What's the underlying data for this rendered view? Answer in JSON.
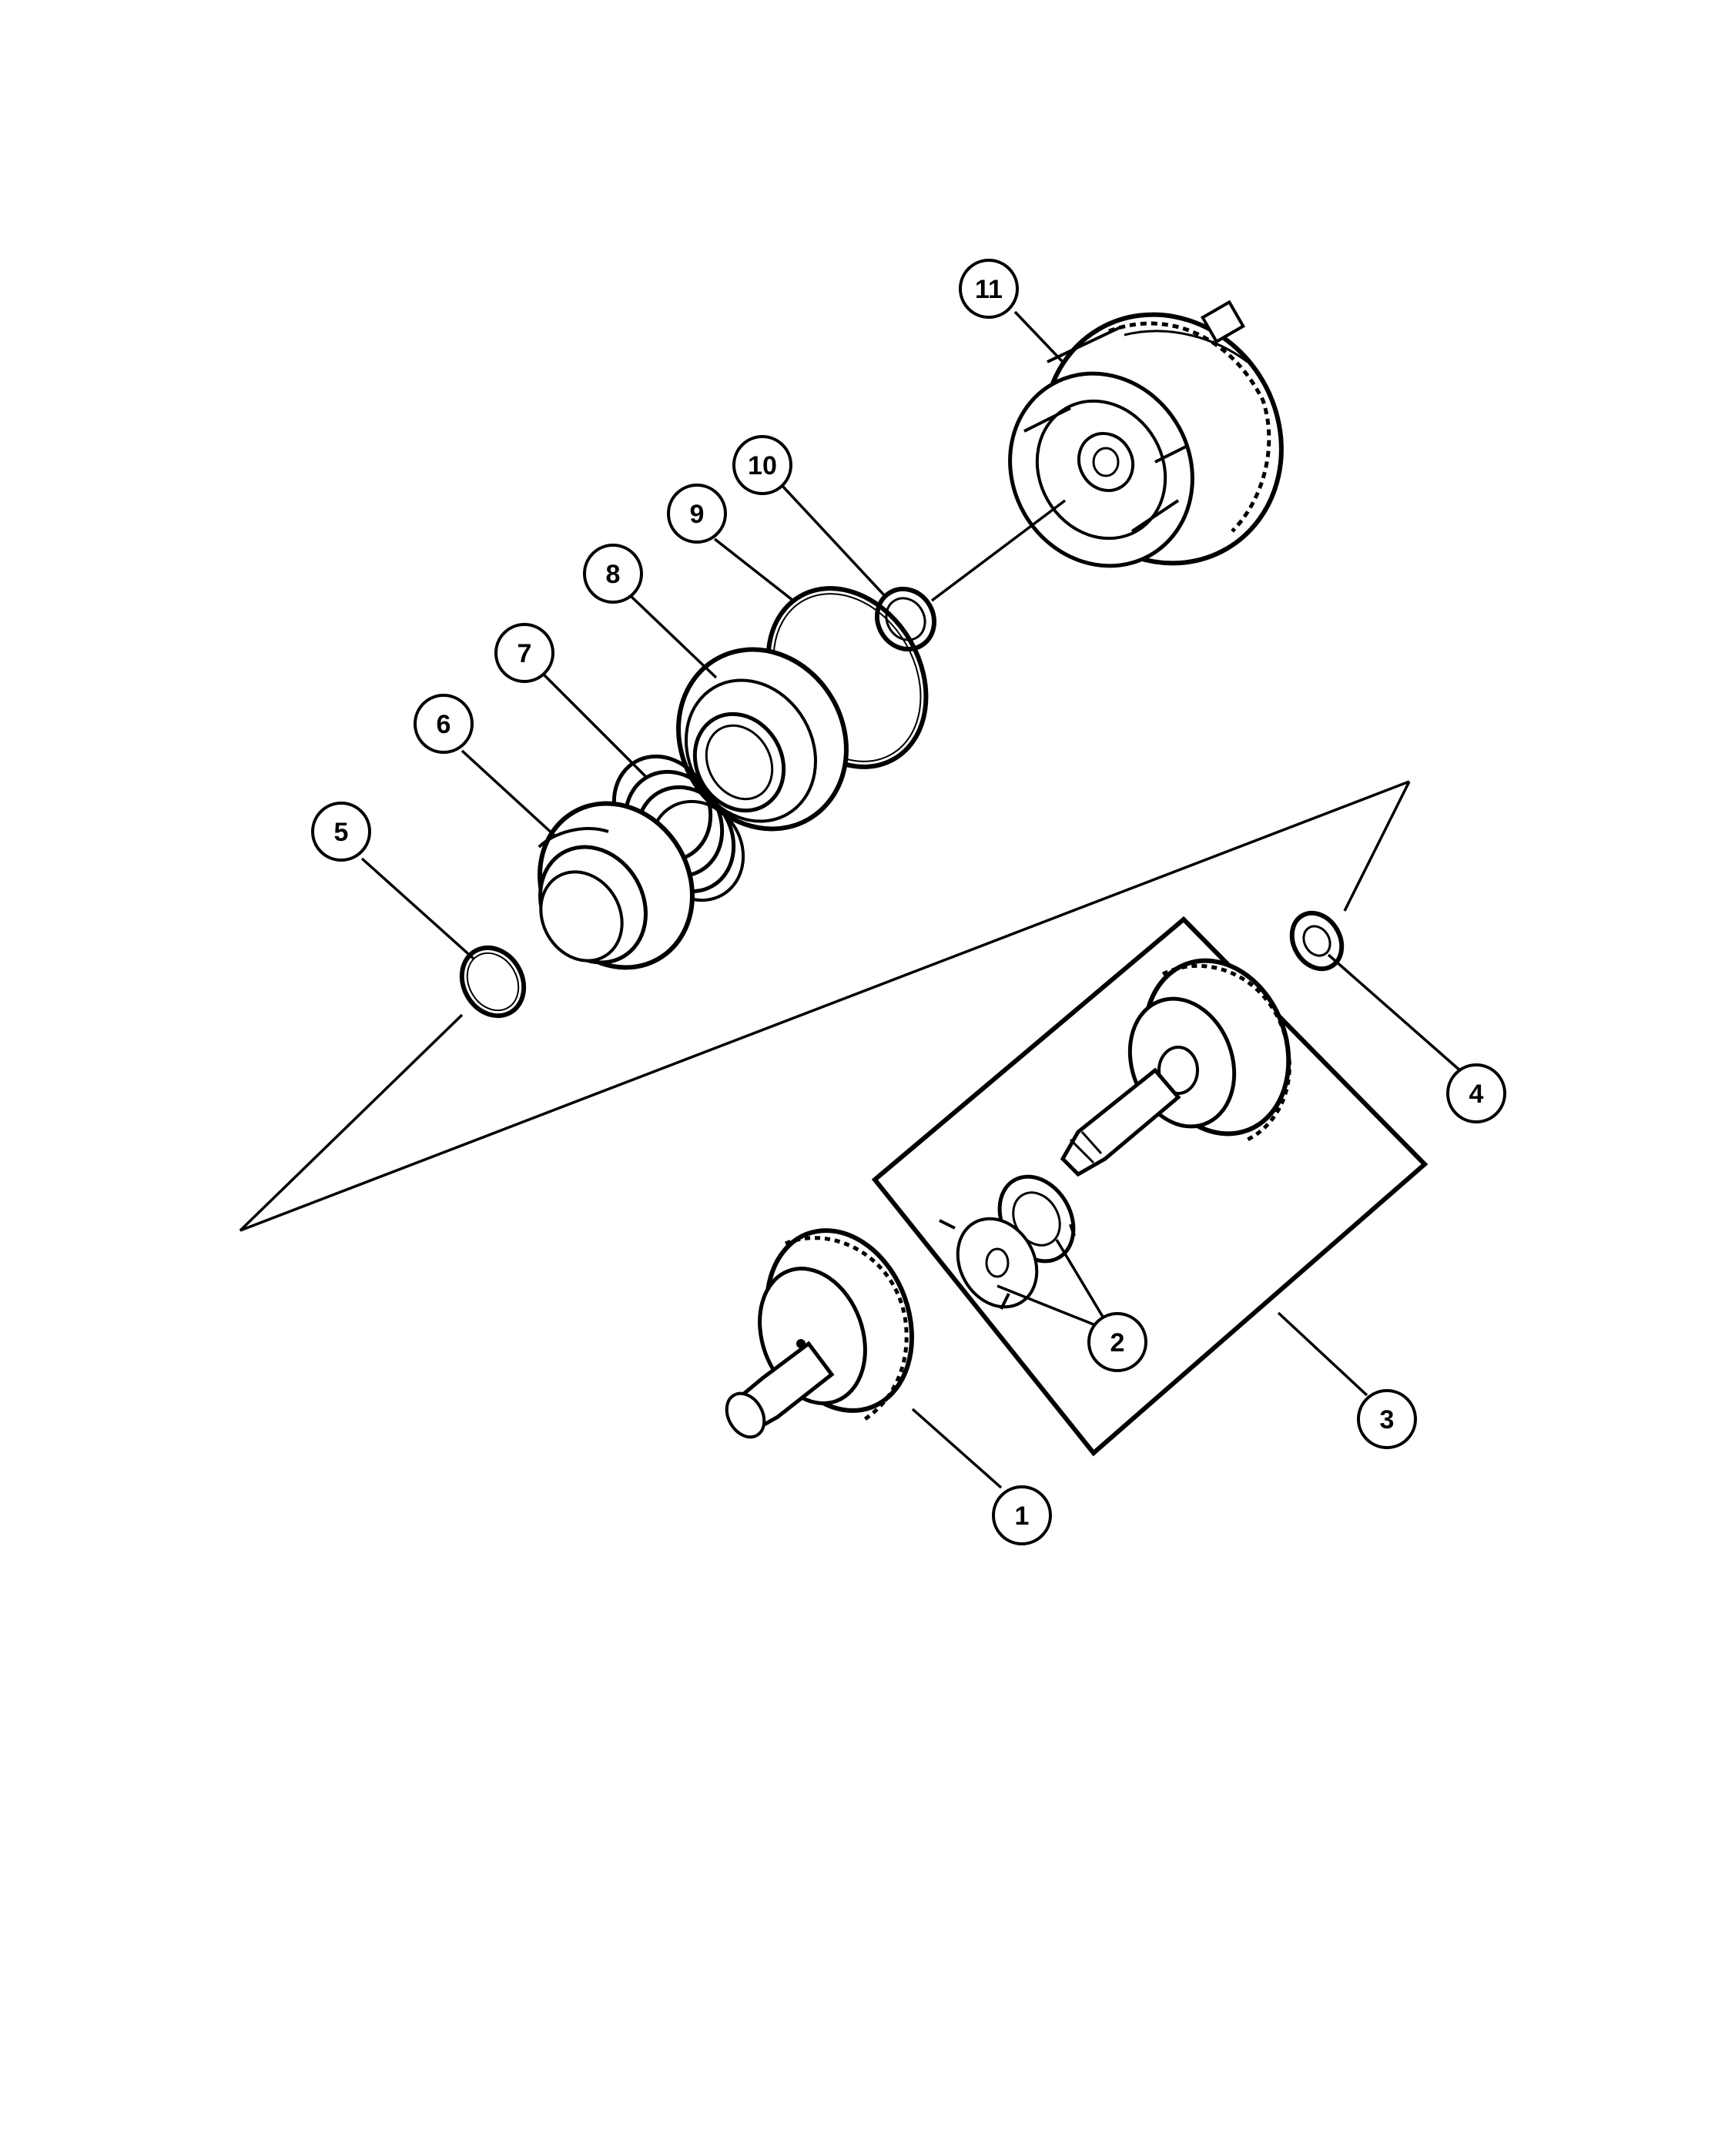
{
  "diagram": {
    "callouts": [
      {
        "id": "c1",
        "label": "1"
      },
      {
        "id": "c2",
        "label": "2"
      },
      {
        "id": "c3",
        "label": "3"
      },
      {
        "id": "c4",
        "label": "4"
      },
      {
        "id": "c5",
        "label": "5"
      },
      {
        "id": "c6",
        "label": "6"
      },
      {
        "id": "c7",
        "label": "7"
      },
      {
        "id": "c8",
        "label": "8"
      },
      {
        "id": "c9",
        "label": "9"
      },
      {
        "id": "c10",
        "label": "10"
      },
      {
        "id": "c11",
        "label": "11"
      }
    ],
    "colors": {
      "ink": "#000000",
      "paper": "#ffffff"
    }
  }
}
